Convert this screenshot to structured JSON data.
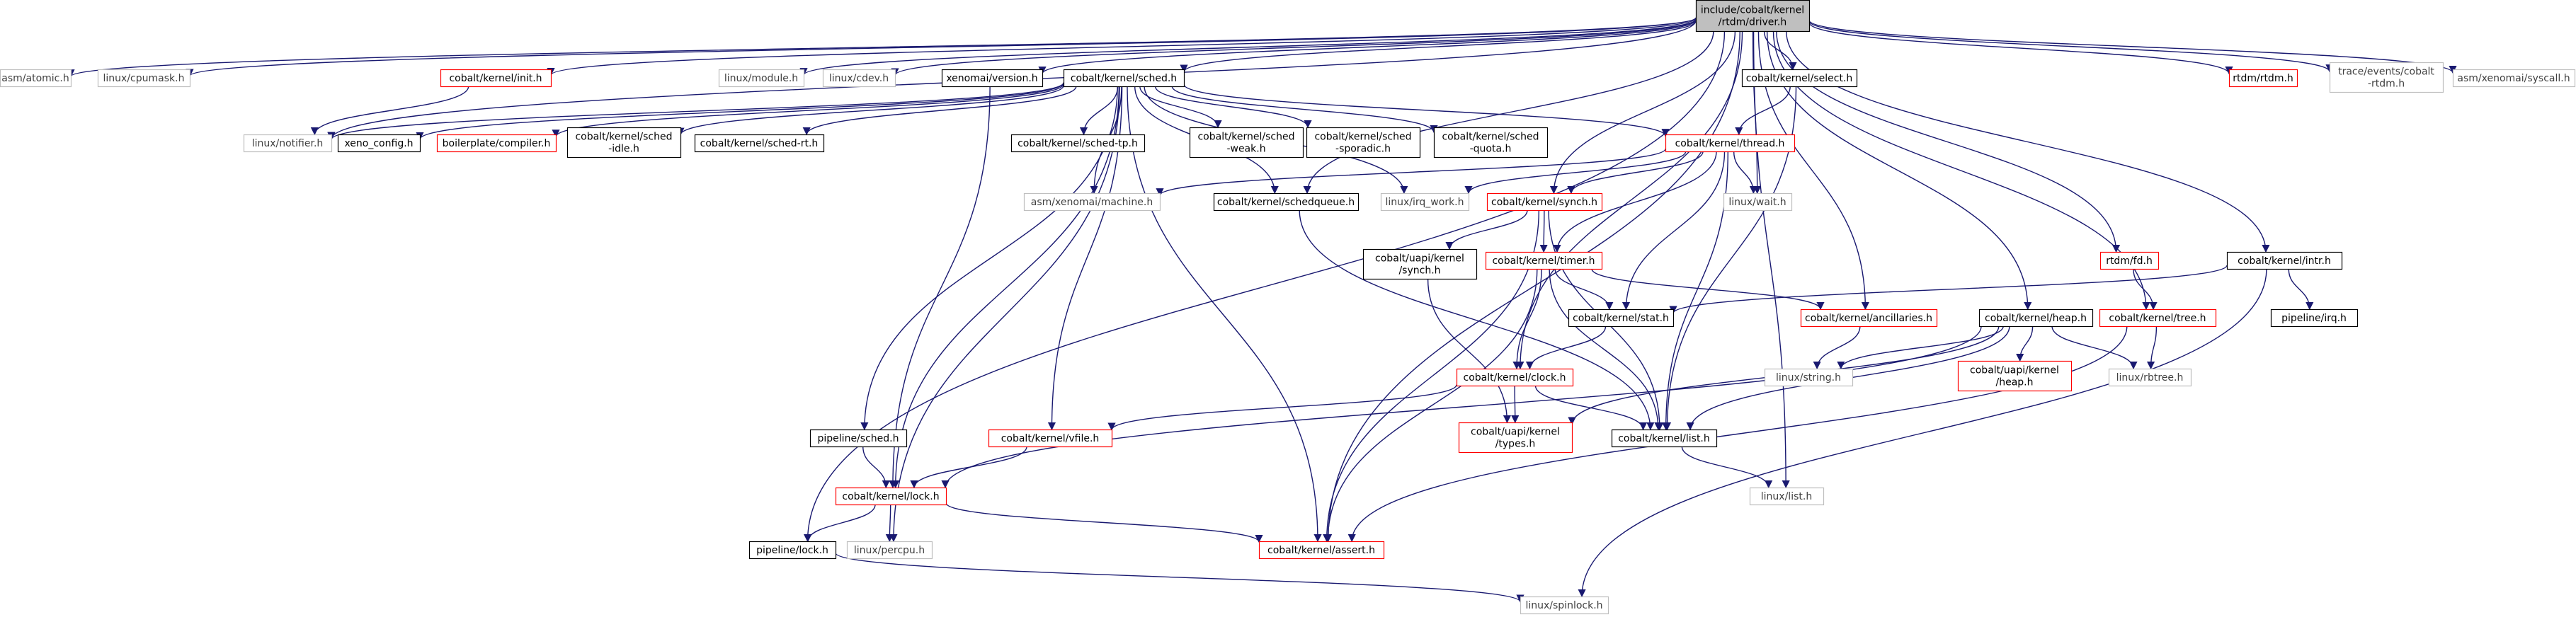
{
  "colors": {
    "edge": "#191970",
    "edge_gray": "#000000",
    "border_black": "#000000",
    "border_red": "#ff0000",
    "border_gray": "#bfbfbf",
    "root_fill": "#bfbfbf",
    "text": "#000000",
    "text_gray": "#404040"
  },
  "nodes": [
    {
      "id": "root",
      "lines": [
        "include/cobalt/kernel",
        "/rtdm/driver.h"
      ],
      "style": "root"
    },
    {
      "id": "asm_atomic",
      "lines": [
        "asm/atomic.h"
      ],
      "style": "gray"
    },
    {
      "id": "linux_cpumask",
      "lines": [
        "linux/cpumask.h"
      ],
      "style": "gray"
    },
    {
      "id": "k_init",
      "lines": [
        "cobalt/kernel/init.h"
      ],
      "style": "red"
    },
    {
      "id": "linux_module",
      "lines": [
        "linux/module.h"
      ],
      "style": "gray"
    },
    {
      "id": "linux_cdev",
      "lines": [
        "linux/cdev.h"
      ],
      "style": "gray"
    },
    {
      "id": "xen_version",
      "lines": [
        "xenomai/version.h"
      ],
      "style": "black"
    },
    {
      "id": "k_sched",
      "lines": [
        "cobalt/kernel/sched.h"
      ],
      "style": "black"
    },
    {
      "id": "k_select",
      "lines": [
        "cobalt/kernel/select.h"
      ],
      "style": "black"
    },
    {
      "id": "rtdm_rtdm",
      "lines": [
        "rtdm/rtdm.h"
      ],
      "style": "red"
    },
    {
      "id": "trace_rtdm",
      "lines": [
        "trace/events/cobalt",
        "-rtdm.h"
      ],
      "style": "gray"
    },
    {
      "id": "asm_syscall",
      "lines": [
        "asm/xenomai/syscall.h"
      ],
      "style": "gray"
    },
    {
      "id": "linux_notifier",
      "lines": [
        "linux/notifier.h"
      ],
      "style": "gray"
    },
    {
      "id": "xeno_config",
      "lines": [
        "xeno_config.h"
      ],
      "style": "black"
    },
    {
      "id": "boilerplate_compiler",
      "lines": [
        "boilerplate/compiler.h"
      ],
      "style": "red"
    },
    {
      "id": "sched_idle",
      "lines": [
        "cobalt/kernel/sched",
        "-idle.h"
      ],
      "style": "black"
    },
    {
      "id": "sched_rt",
      "lines": [
        "cobalt/kernel/sched-rt.h"
      ],
      "style": "black"
    },
    {
      "id": "sched_tp",
      "lines": [
        "cobalt/kernel/sched-tp.h"
      ],
      "style": "black"
    },
    {
      "id": "sched_weak",
      "lines": [
        "cobalt/kernel/sched",
        "-weak.h"
      ],
      "style": "black"
    },
    {
      "id": "sched_sporadic",
      "lines": [
        "cobalt/kernel/sched",
        "-sporadic.h"
      ],
      "style": "black"
    },
    {
      "id": "sched_quota",
      "lines": [
        "cobalt/kernel/sched",
        "-quota.h"
      ],
      "style": "black"
    },
    {
      "id": "k_thread",
      "lines": [
        "cobalt/kernel/thread.h"
      ],
      "style": "red"
    },
    {
      "id": "asm_machine",
      "lines": [
        "asm/xenomai/machine.h"
      ],
      "style": "gray"
    },
    {
      "id": "k_schedqueue",
      "lines": [
        "cobalt/kernel/schedqueue.h"
      ],
      "style": "black"
    },
    {
      "id": "linux_irq_work",
      "lines": [
        "linux/irq_work.h"
      ],
      "style": "gray"
    },
    {
      "id": "k_synch",
      "lines": [
        "cobalt/kernel/synch.h"
      ],
      "style": "red"
    },
    {
      "id": "linux_wait",
      "lines": [
        "linux/wait.h"
      ],
      "style": "gray"
    },
    {
      "id": "uapi_synch",
      "lines": [
        "cobalt/uapi/kernel",
        "/synch.h"
      ],
      "style": "black"
    },
    {
      "id": "k_timer",
      "lines": [
        "cobalt/kernel/timer.h"
      ],
      "style": "red"
    },
    {
      "id": "rtdm_fd",
      "lines": [
        "rtdm/fd.h"
      ],
      "style": "red"
    },
    {
      "id": "k_intr",
      "lines": [
        "cobalt/kernel/intr.h"
      ],
      "style": "black"
    },
    {
      "id": "k_stat",
      "lines": [
        "cobalt/kernel/stat.h"
      ],
      "style": "black"
    },
    {
      "id": "k_ancillaries",
      "lines": [
        "cobalt/kernel/ancillaries.h"
      ],
      "style": "red"
    },
    {
      "id": "k_heap",
      "lines": [
        "cobalt/kernel/heap.h"
      ],
      "style": "black"
    },
    {
      "id": "k_tree",
      "lines": [
        "cobalt/kernel/tree.h"
      ],
      "style": "red"
    },
    {
      "id": "pipeline_irq",
      "lines": [
        "pipeline/irq.h"
      ],
      "style": "black"
    },
    {
      "id": "linux_string",
      "lines": [
        "linux/string.h"
      ],
      "style": "gray"
    },
    {
      "id": "uapi_heap",
      "lines": [
        "cobalt/uapi/kernel",
        "/heap.h"
      ],
      "style": "red"
    },
    {
      "id": "linux_rbtree",
      "lines": [
        "linux/rbtree.h"
      ],
      "style": "gray"
    },
    {
      "id": "k_clock",
      "lines": [
        "cobalt/kernel/clock.h"
      ],
      "style": "red"
    },
    {
      "id": "pipeline_sched",
      "lines": [
        "pipeline/sched.h"
      ],
      "style": "black"
    },
    {
      "id": "k_vfile",
      "lines": [
        "cobalt/kernel/vfile.h"
      ],
      "style": "red"
    },
    {
      "id": "uapi_types",
      "lines": [
        "cobalt/uapi/kernel",
        "/types.h"
      ],
      "style": "red"
    },
    {
      "id": "k_list",
      "lines": [
        "cobalt/kernel/list.h"
      ],
      "style": "black"
    },
    {
      "id": "linux_list",
      "lines": [
        "linux/list.h"
      ],
      "style": "gray"
    },
    {
      "id": "k_lock",
      "lines": [
        "cobalt/kernel/lock.h"
      ],
      "style": "red"
    },
    {
      "id": "pipeline_lock",
      "lines": [
        "pipeline/lock.h"
      ],
      "style": "black"
    },
    {
      "id": "linux_percpu",
      "lines": [
        "linux/percpu.h"
      ],
      "style": "gray"
    },
    {
      "id": "k_assert",
      "lines": [
        "cobalt/kernel/assert.h"
      ],
      "style": "red"
    },
    {
      "id": "linux_spinlock",
      "lines": [
        "linux/spinlock.h"
      ],
      "style": "gray"
    }
  ],
  "edges": [
    [
      "root",
      "asm_atomic"
    ],
    [
      "root",
      "linux_cpumask"
    ],
    [
      "root",
      "k_init"
    ],
    [
      "root",
      "linux_module"
    ],
    [
      "root",
      "linux_cdev"
    ],
    [
      "root",
      "xen_version"
    ],
    [
      "root",
      "k_sched"
    ],
    [
      "root",
      "k_select"
    ],
    [
      "root",
      "rtdm_rtdm"
    ],
    [
      "root",
      "trace_rtdm"
    ],
    [
      "root",
      "asm_syscall"
    ],
    [
      "root",
      "linux_notifier"
    ],
    [
      "root",
      "pipeline_lock"
    ],
    [
      "root",
      "k_synch"
    ],
    [
      "root",
      "k_clock"
    ],
    [
      "root",
      "linux_wait"
    ],
    [
      "root",
      "k_ancillaries"
    ],
    [
      "root",
      "k_heap"
    ],
    [
      "root",
      "k_tree"
    ],
    [
      "root",
      "rtdm_fd"
    ],
    [
      "root",
      "k_intr"
    ],
    [
      "root",
      "linux_list"
    ],
    [
      "root",
      "k_assert"
    ],
    [
      "root",
      "k_schedqueue"
    ],
    [
      "k_init",
      "linux_notifier"
    ],
    [
      "xen_version",
      "k_lock"
    ],
    [
      "k_sched",
      "linux_notifier"
    ],
    [
      "k_sched",
      "xeno_config"
    ],
    [
      "k_sched",
      "boilerplate_compiler"
    ],
    [
      "k_sched",
      "sched_idle"
    ],
    [
      "k_sched",
      "sched_rt"
    ],
    [
      "k_sched",
      "sched_tp"
    ],
    [
      "k_sched",
      "sched_weak"
    ],
    [
      "k_sched",
      "sched_sporadic"
    ],
    [
      "k_sched",
      "sched_quota"
    ],
    [
      "k_sched",
      "k_thread"
    ],
    [
      "k_sched",
      "asm_machine"
    ],
    [
      "k_sched",
      "k_schedqueue"
    ],
    [
      "k_sched",
      "linux_irq_work"
    ],
    [
      "k_sched",
      "pipeline_sched"
    ],
    [
      "k_sched",
      "k_vfile"
    ],
    [
      "k_sched",
      "k_lock"
    ],
    [
      "k_sched",
      "k_assert"
    ],
    [
      "k_sched",
      "linux_percpu"
    ],
    [
      "k_select",
      "k_thread"
    ],
    [
      "k_select",
      "k_list"
    ],
    [
      "k_thread",
      "k_synch"
    ],
    [
      "k_thread",
      "linux_wait"
    ],
    [
      "k_thread",
      "k_timer"
    ],
    [
      "k_thread",
      "k_stat"
    ],
    [
      "k_thread",
      "k_list"
    ],
    [
      "k_thread",
      "asm_machine"
    ],
    [
      "k_thread",
      "linux_irq_work"
    ],
    [
      "k_synch",
      "uapi_synch"
    ],
    [
      "k_synch",
      "k_timer"
    ],
    [
      "k_synch",
      "k_list"
    ],
    [
      "k_synch",
      "k_assert"
    ],
    [
      "uapi_synch",
      "uapi_types"
    ],
    [
      "k_timer",
      "k_stat"
    ],
    [
      "k_timer",
      "k_ancillaries"
    ],
    [
      "k_timer",
      "k_clock"
    ],
    [
      "k_timer",
      "k_list"
    ],
    [
      "k_timer",
      "k_assert"
    ],
    [
      "k_schedqueue",
      "k_list"
    ],
    [
      "rtdm_fd",
      "k_tree"
    ],
    [
      "k_intr",
      "k_stat"
    ],
    [
      "k_intr",
      "pipeline_irq"
    ],
    [
      "k_intr",
      "linux_spinlock"
    ],
    [
      "k_stat",
      "k_clock"
    ],
    [
      "k_ancillaries",
      "linux_string"
    ],
    [
      "k_heap",
      "linux_string"
    ],
    [
      "k_heap",
      "uapi_heap"
    ],
    [
      "k_heap",
      "linux_rbtree"
    ],
    [
      "k_heap",
      "k_list"
    ],
    [
      "k_heap",
      "uapi_types"
    ],
    [
      "k_heap",
      "k_lock"
    ],
    [
      "k_tree",
      "linux_rbtree"
    ],
    [
      "k_tree",
      "k_assert"
    ],
    [
      "k_clock",
      "k_vfile"
    ],
    [
      "k_clock",
      "uapi_types"
    ],
    [
      "k_clock",
      "k_list"
    ],
    [
      "pipeline_sched",
      "k_lock"
    ],
    [
      "k_vfile",
      "k_lock"
    ],
    [
      "k_list",
      "linux_list"
    ],
    [
      "k_lock",
      "pipeline_lock"
    ],
    [
      "k_lock",
      "linux_percpu"
    ],
    [
      "k_lock",
      "k_assert"
    ],
    [
      "pipeline_lock",
      "linux_spinlock"
    ]
  ]
}
